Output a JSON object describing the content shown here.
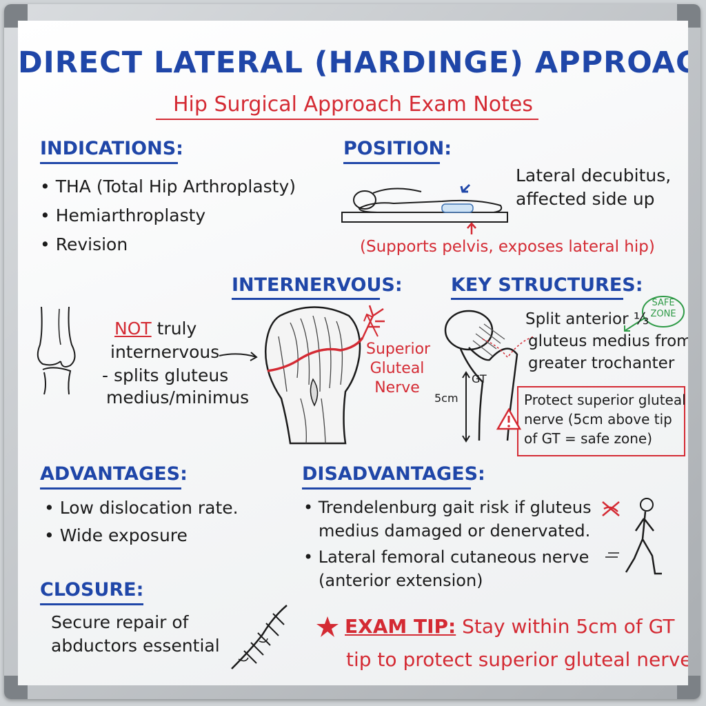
{
  "title": "DIRECT LATERAL (HARDINGE) APPROACH",
  "subtitle": "Hip Surgical Approach Exam Notes",
  "indications": {
    "heading": "INDICATIONS:",
    "items": [
      "THA (Total Hip Arthroplasty)",
      "Hemiarthroplasty",
      "Revision"
    ]
  },
  "position": {
    "heading": "POSITION:",
    "desc_line1": "Lateral decubitus,",
    "desc_line2": "affected side up",
    "note": "(Supports pelvis, exposes lateral hip)"
  },
  "internervous": {
    "heading": "INTERNERVOUS:",
    "not_word": "NOT",
    "line1_rest": "truly",
    "line2": "internervous",
    "line3": "- splits gluteus",
    "line4": "medius/minimus",
    "nerve_label_line1": "Superior",
    "nerve_label_line2": "Gluteal",
    "nerve_label_line3": "Nerve"
  },
  "key_structures": {
    "heading": "KEY STRUCTURES:",
    "badge_line1": "SAFE",
    "badge_line2": "ZONE",
    "line1": "Split anterior ⅓",
    "line2": "gluteus medius from",
    "line3": "greater trochanter",
    "gt_label": "GT",
    "distance_label": "5cm",
    "warning_line1": "Protect superior gluteal",
    "warning_line2": "nerve (5cm above tip",
    "warning_line3": "of GT = safe zone)"
  },
  "advantages": {
    "heading": "ADVANTAGES:",
    "items": [
      "Low dislocation rate.",
      "Wide exposure"
    ]
  },
  "disadvantages": {
    "heading": "DISADVANTAGES:",
    "item1_line1": "Trendelenburg gait risk if gluteus",
    "item1_line2": "medius damaged or denervated.",
    "item2_line1": "Lateral femoral cutaneous nerve",
    "item2_line2": "(anterior extension)"
  },
  "closure": {
    "heading": "CLOSURE:",
    "line1": "Secure repair of",
    "line2": "abductors essential"
  },
  "exam_tip": {
    "label": "EXAM TIP:",
    "line1_rest": "Stay within 5cm of GT",
    "line2": "tip to protect superior gluteal nerve"
  },
  "icons": {
    "bullet": "•",
    "star": "star-icon",
    "warning": "warning-icon",
    "walking": "walking-figure-icon",
    "suture": "suture-icon",
    "knee": "knee-joint-icon",
    "patient": "lateral-decubitus-patient-icon",
    "hip_muscle": "hip-muscle-sketch",
    "femur": "proximal-femur-sketch"
  },
  "colors": {
    "blue": "#1f46a8",
    "red": "#d42a33",
    "green": "#2e9a46",
    "ink": "#1b1b1b"
  }
}
